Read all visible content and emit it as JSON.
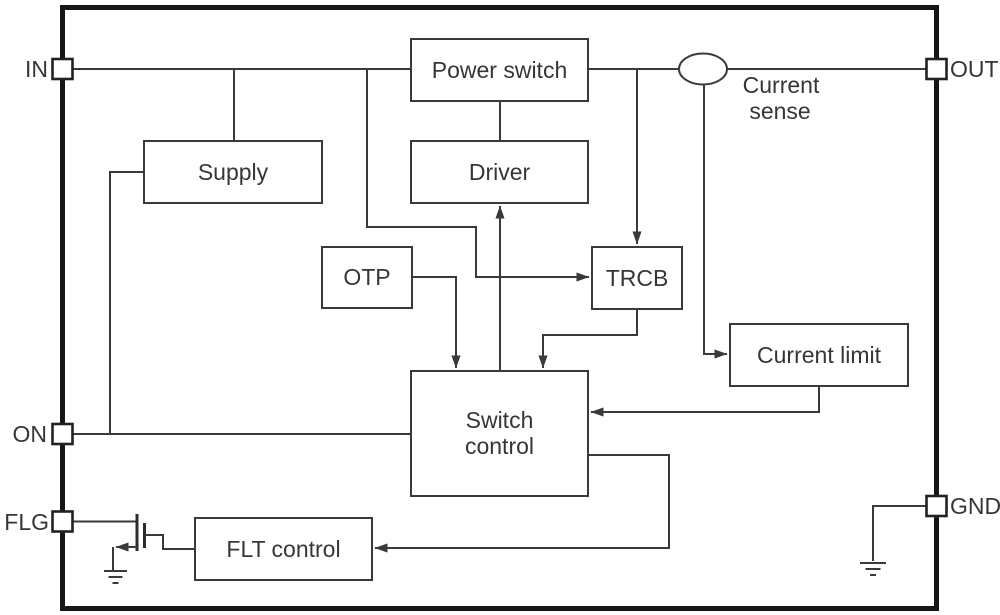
{
  "pins": {
    "in": {
      "label": "IN"
    },
    "out": {
      "label": "OUT"
    },
    "on": {
      "label": "ON"
    },
    "flg": {
      "label": "FLG"
    },
    "gnd": {
      "label": "GND"
    }
  },
  "blocks": {
    "power_switch": {
      "label": "Power switch"
    },
    "supply": {
      "label": "Supply"
    },
    "driver": {
      "label": "Driver"
    },
    "otp": {
      "label": "OTP"
    },
    "trcb": {
      "label": "TRCB"
    },
    "current_limit": {
      "label": "Current limit"
    },
    "switch_control": {
      "line1": "Switch",
      "line2": "control"
    },
    "flt_control": {
      "label": "FLT control"
    }
  },
  "annotations": {
    "current_sense": {
      "line1": "Current",
      "line2": "sense"
    }
  },
  "colors": {
    "background": "#ffffff",
    "wire": "#3a3a3a",
    "chip_border": "#161616",
    "text": "#363636",
    "block_fill": "#ffffff"
  }
}
